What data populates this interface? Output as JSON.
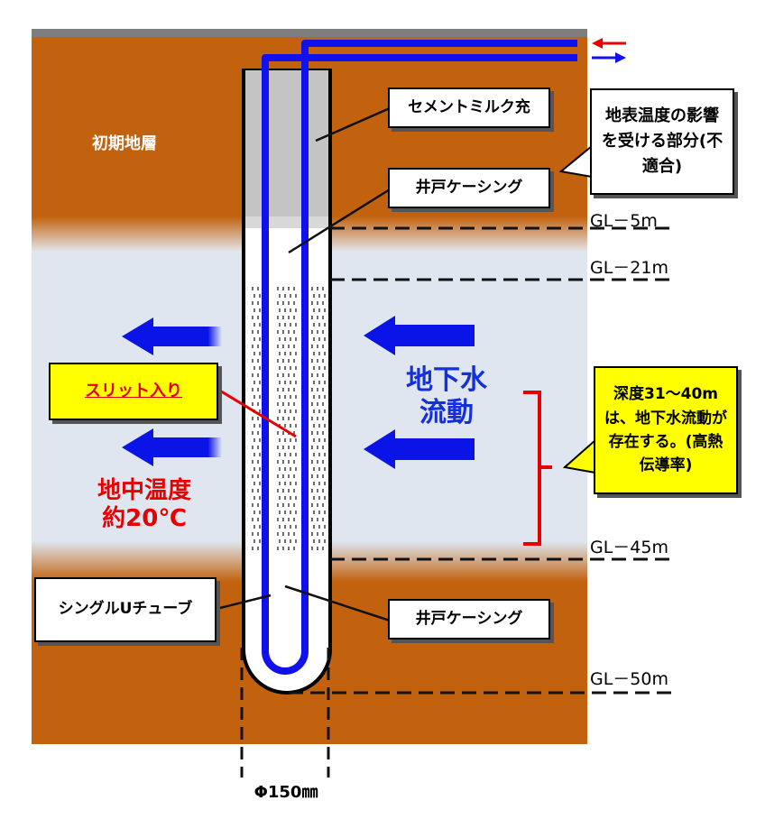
{
  "labels": {
    "initial_layer": "初期地層",
    "cement_milk": "セメントミルク充",
    "casing_top": "井戸ケーシング",
    "casing_bottom": "井戸ケーシング",
    "surface_note": "地表温度の影響を受ける部分(不適合)",
    "slit": "スリット入り",
    "groundwater_line1": "地下水",
    "groundwater_line2": "流動",
    "ground_temp_line1": "地中温度",
    "ground_temp_line2": "約20℃",
    "depth_note": "深度31～40mは、地下水流動が存在する。(高熱伝導率)",
    "single_u_tube": "シングルUチューブ",
    "diameter": "Φ150㎜",
    "gl_5": "GL－5m",
    "gl_21": "GL－21m",
    "gl_45": "GL－45m",
    "gl_50": "GL－50m"
  },
  "colors": {
    "soil": "#c2620e",
    "aquifer": "#dfe6f0",
    "sky_band": "#e9eef5",
    "cement": "#c4c4c4",
    "pipe": "#1111ee",
    "arrow": "#0a14e6",
    "red": "#e60000",
    "yellow_box": "#ffff00",
    "groundwater_text": "#1430dc"
  }
}
